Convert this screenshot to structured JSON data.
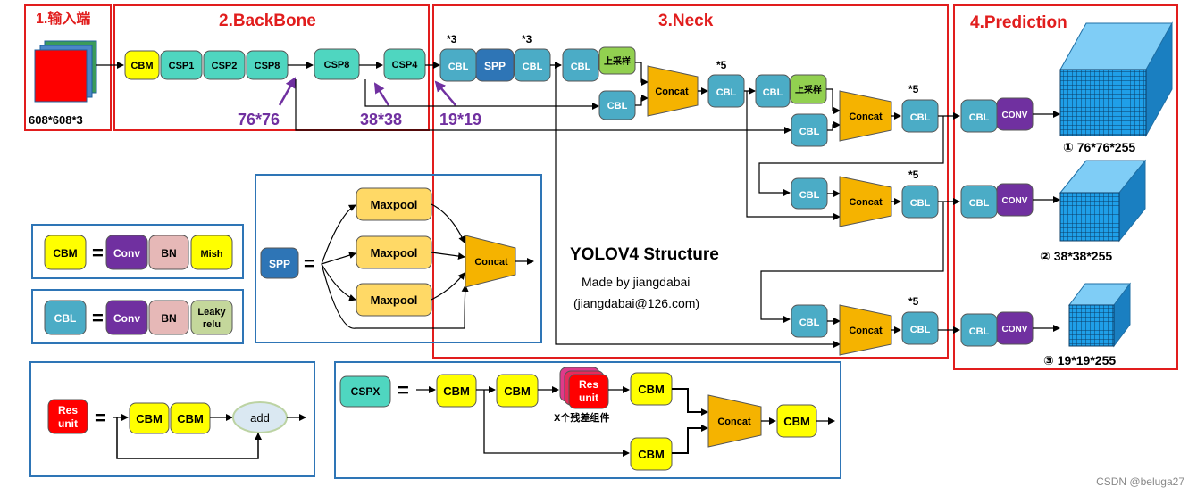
{
  "sections": {
    "input": "1.输入端",
    "backbone": "2.BackBone",
    "neck": "3.Neck",
    "prediction": "4.Prediction"
  },
  "input_size": "608*608*3",
  "blocks": {
    "cbm": "CBM",
    "csp1": "CSP1",
    "csp2": "CSP2",
    "csp8": "CSP8",
    "csp4": "CSP4",
    "cbl": "CBL",
    "spp": "SPP",
    "upsample": "上采样",
    "concat": "Concat",
    "conv": "CONV"
  },
  "repeat_marks": {
    "x3": "*3",
    "x5": "*5"
  },
  "feature_sizes": {
    "s76": "76*76",
    "s38": "38*38",
    "s19": "19*19"
  },
  "outputs": {
    "o1": "① 76*76*255",
    "o2": "② 38*38*255",
    "o3": "③ 19*19*255"
  },
  "legend": {
    "conv": "Conv",
    "bn": "BN",
    "mish": "Mish",
    "leaky_line1": "Leaky",
    "leaky_line2": "relu",
    "eq": "=",
    "res_line1": "Res",
    "res_line2": "unit",
    "add": "add",
    "cspx": "CSPX",
    "maxpool": "Maxpool",
    "x_res": "X个残差组件"
  },
  "title": {
    "main": "YOLOV4 Structure",
    "made_by": "Made by jiangdabai",
    "email": "(jiangdabai@126.com)"
  },
  "watermark": "CSDN @beluga27",
  "colors": {
    "red_frame": "#e11d1d",
    "blue_frame": "#2e75b6",
    "cbm": "#ffff00",
    "csp": "#4fd6c0",
    "cbl": "#4bacc6",
    "spp": "#2e75b6",
    "upsample": "#92d050",
    "concat": "#f5b300",
    "conv_purple": "#7030a0",
    "bn": "#e6b8b7",
    "leaky": "#c4d79b",
    "maxpool": "#ffd966",
    "res": "#ff0000",
    "add": "#dae8f2",
    "annotation_purple": "#7030a0",
    "cube_face": "#1f9fe8"
  }
}
